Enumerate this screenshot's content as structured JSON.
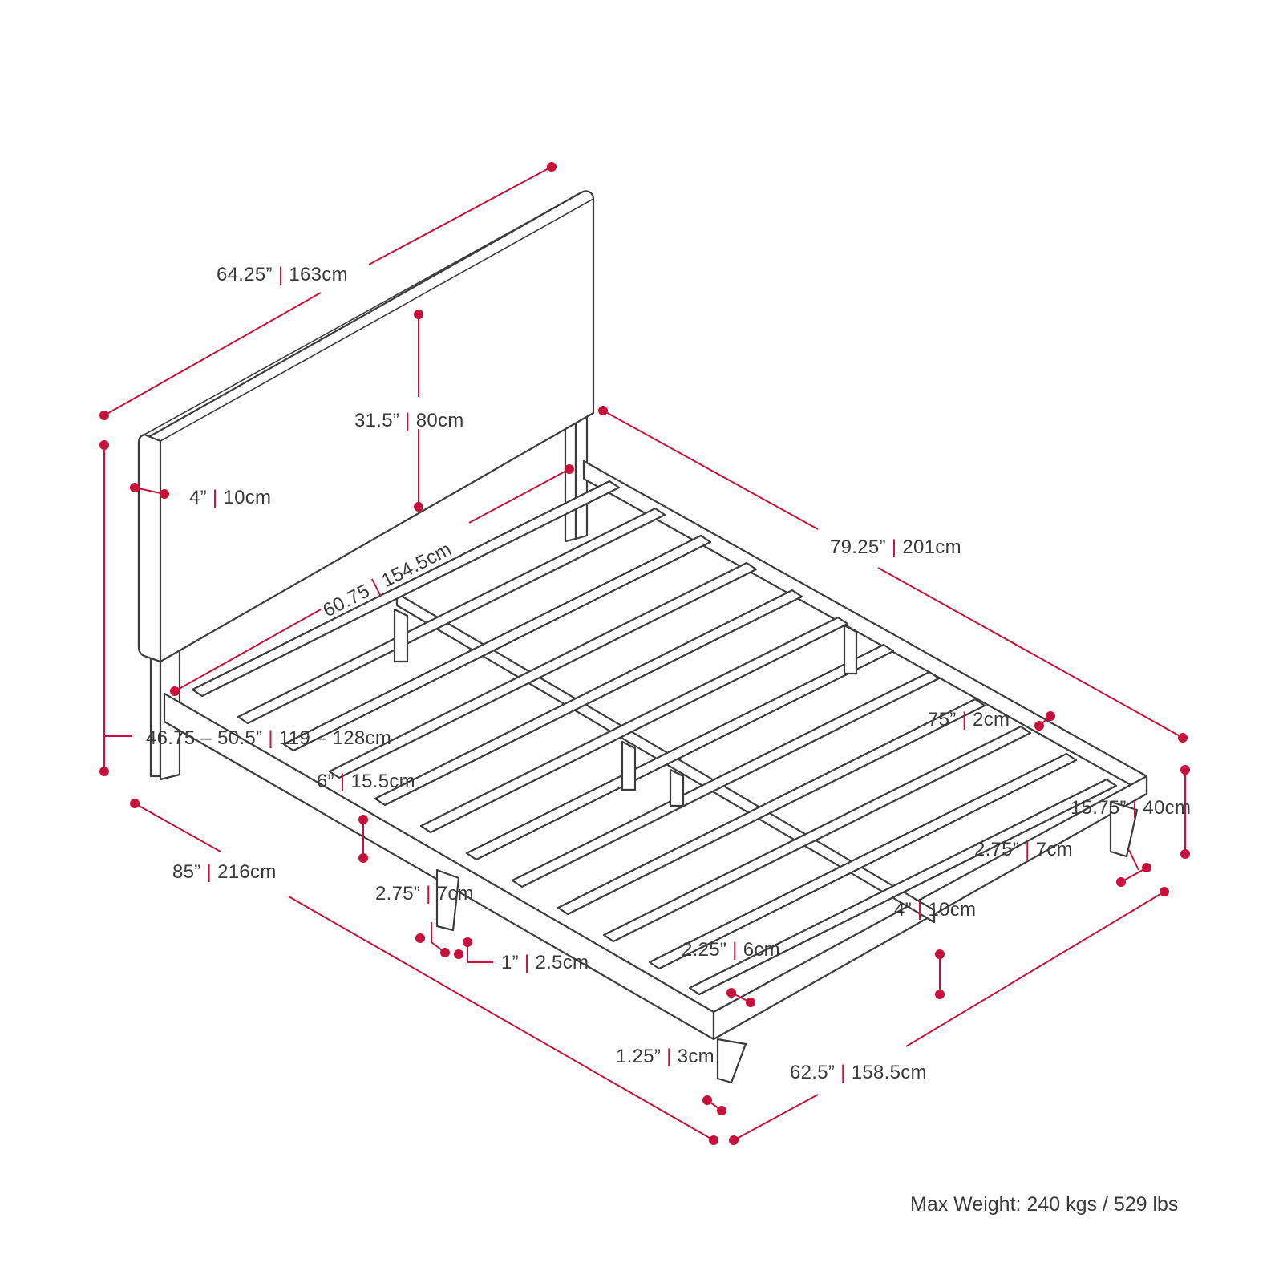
{
  "colors": {
    "dimension": "#c8103a",
    "line": "#3c3c3c",
    "text": "#3a3a3a",
    "background": "#ffffff"
  },
  "labels": {
    "headboard_width": [
      "64.25”",
      "163cm"
    ],
    "headboard_height": [
      "31.5”",
      "80cm"
    ],
    "headboard_depth": [
      "4”",
      "10cm"
    ],
    "inner_width": [
      "60.75",
      "154.5cm"
    ],
    "side_length": [
      "79.25”",
      "201cm"
    ],
    "total_height": [
      "46.75 – 50.5”",
      "119 – 128cm"
    ],
    "side_rail_height": [
      "6”",
      "15.5cm"
    ],
    "slat_gap": [
      ".75”",
      "2cm"
    ],
    "side_height": [
      "15.75”",
      "40cm"
    ],
    "leg_width_right": [
      "2.75”",
      "7cm"
    ],
    "total_length": [
      "85”",
      "216cm"
    ],
    "leg_width_left": [
      "2.75”",
      "7cm"
    ],
    "center_leg": [
      "4”",
      "10cm"
    ],
    "leg_thickness": [
      "1”",
      "2.5cm"
    ],
    "slat_width": [
      "2.25”",
      "6cm"
    ],
    "rail_thickness": [
      "1.25”",
      "3cm"
    ],
    "total_width": [
      "62.5”",
      "158.5cm"
    ]
  },
  "caption": "Max Weight: 240 kgs / 529 lbs"
}
